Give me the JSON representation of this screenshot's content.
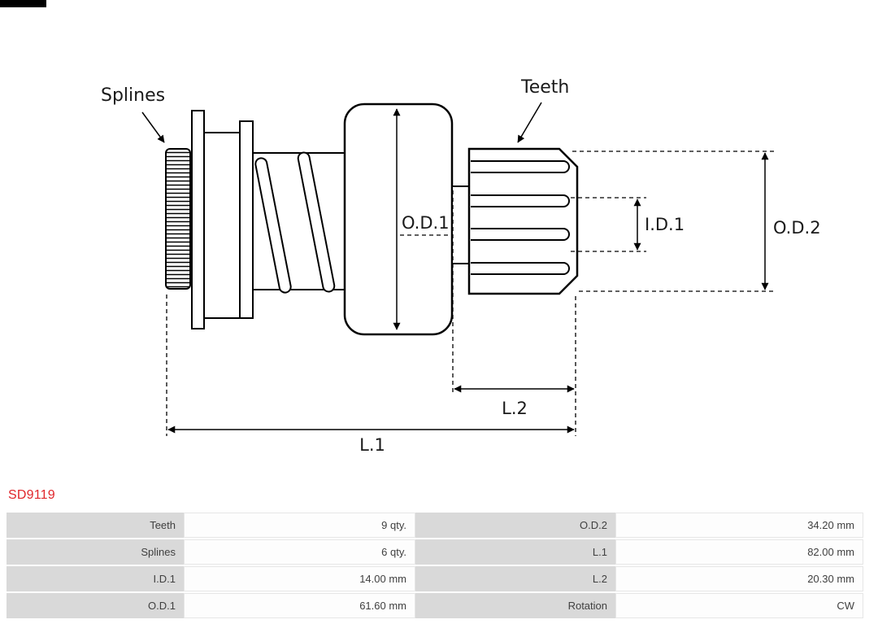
{
  "part_number": "SD9119",
  "diagram": {
    "labels": {
      "splines": "Splines",
      "teeth": "Teeth",
      "od1": "O.D.1",
      "id1": "I.D.1",
      "od2": "O.D.2",
      "l1": "L.1",
      "l2": "L.2"
    }
  },
  "table": {
    "rows": [
      {
        "label1": "Teeth",
        "value1": "9 qty.",
        "label2": "O.D.2",
        "value2": "34.20 mm"
      },
      {
        "label1": "Splines",
        "value1": "6 qty.",
        "label2": "L.1",
        "value2": "82.00 mm"
      },
      {
        "label1": "I.D.1",
        "value1": "14.00 mm",
        "label2": "L.2",
        "value2": "20.30 mm"
      },
      {
        "label1": "O.D.1",
        "value1": "61.60 mm",
        "label2": "Rotation",
        "value2": "CW"
      }
    ]
  },
  "colors": {
    "part_number": "#e0262b",
    "table_label_bg": "#d9d9d9",
    "table_value_bg": "#fdfdfd",
    "table_border": "#e6e6e6",
    "drawing_stroke": "#000000"
  }
}
